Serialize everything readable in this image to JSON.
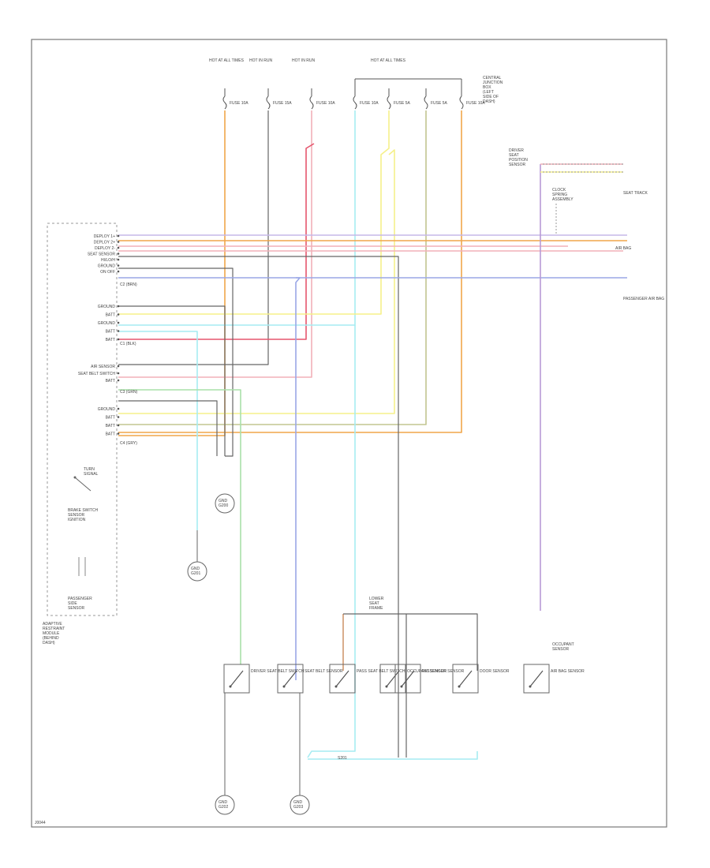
{
  "diagram": {
    "code": "J0044",
    "module": {
      "label_lines": [
        "ADAPTIVE",
        "RESTRAINT",
        "MODULE",
        "(BEHIND",
        "DASH)"
      ],
      "connectors": [
        "C2 (BRN)",
        "C1 (BLK)",
        "C3 (GRN)",
        "C4 (GRY)"
      ],
      "pins_group1": [
        "DEPLOY 1+",
        "DEPLOY 2+",
        "DEPLOY 2-",
        "SEAT SENSOR",
        "HI/LO/H",
        "GROUND",
        "ON OFF"
      ],
      "pins_group2": [
        "GROUND",
        "BATT",
        "GROUND",
        "BATT",
        "BATT"
      ],
      "pins_group3": [
        "AIR SENSOR",
        "SEAT BELT SWITCH",
        "BATT"
      ],
      "pins_group4": [
        "GROUND",
        "BATT",
        "BATT",
        "BATT"
      ],
      "inset_lines": [
        "TURN",
        "SIGNAL",
        "BRAKE SWITCH",
        "SENSOR",
        "IGNITION",
        "PASSENGER",
        "SIDE",
        "SENSOR"
      ]
    },
    "fuse_block": {
      "feeds": [
        "HOT AT ALL TIMES",
        "HOT IN RUN",
        "HOT IN RUN",
        "HOT AT ALL TIMES"
      ],
      "fuses": [
        "FUSE 10A",
        "FUSE 15A",
        "FUSE 10A",
        "FUSE 10A",
        "FUSE 5A",
        "FUSE 5A",
        "FUSE 10A"
      ],
      "label_lines": [
        "CENTRAL",
        "JUNCTION",
        "BOX",
        "(LEFT",
        "SIDE OF",
        "DASH)"
      ]
    },
    "right_labels": {
      "sensor_lines": [
        "DRIVER",
        "SEAT",
        "POSITION",
        "SENSOR"
      ],
      "clockspring_lines": [
        "CLOCK",
        "SPRING",
        "ASSEMBLY"
      ],
      "seat_track": "SEAT TRACK",
      "airbag": "AIR BAG",
      "pass_airbag": "PASSENGER AIR BAG"
    },
    "grounds": {
      "g1": [
        "GND",
        "G200"
      ],
      "g2": [
        "GND",
        "G201"
      ],
      "g3": [
        "GND",
        "G202"
      ],
      "g4": [
        "GND",
        "G203"
      ]
    },
    "bottom_switches": [
      "DRIVER SEAT BELT SWITCH",
      "SEAT BELT SENSOR",
      "PASS SEAT BELT SWITCH",
      "OCCUPANT SENSOR",
      "PASSENGER SENSOR",
      "DOOR SENSOR",
      "AIR BAG SENSOR"
    ],
    "bottom_top_label_lines": [
      "LOWER",
      "SEAT",
      "FRAME"
    ],
    "occupant_label_lines": [
      "OCCUPANT",
      "SENSOR"
    ],
    "splice": "S201"
  },
  "colors": {
    "orange": "#f0a64a",
    "pink": "#f2b0b8",
    "red": "#e5566e",
    "yellow": "#f5f08a",
    "cyan": "#a6ecf2",
    "green": "#a9e0a9",
    "blue": "#9aa7e6",
    "lavender": "#c6b8e8",
    "purple": "#b79ad6",
    "olive": "#c2c590",
    "dark": "#666666"
  }
}
